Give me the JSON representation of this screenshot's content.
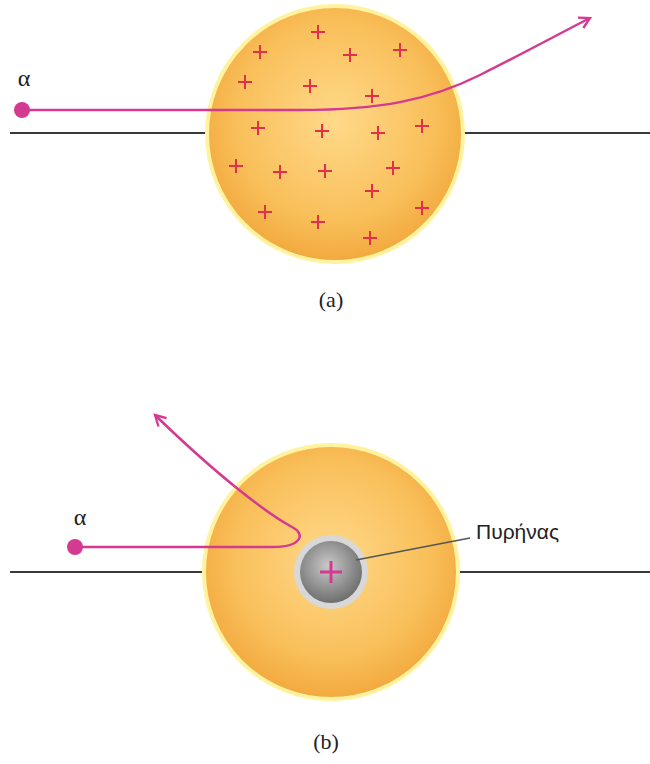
{
  "diagram": {
    "labels": [
      "α",
      "(a)",
      "α",
      "(b)",
      "Πυρήνας"
    ]
  }
}
